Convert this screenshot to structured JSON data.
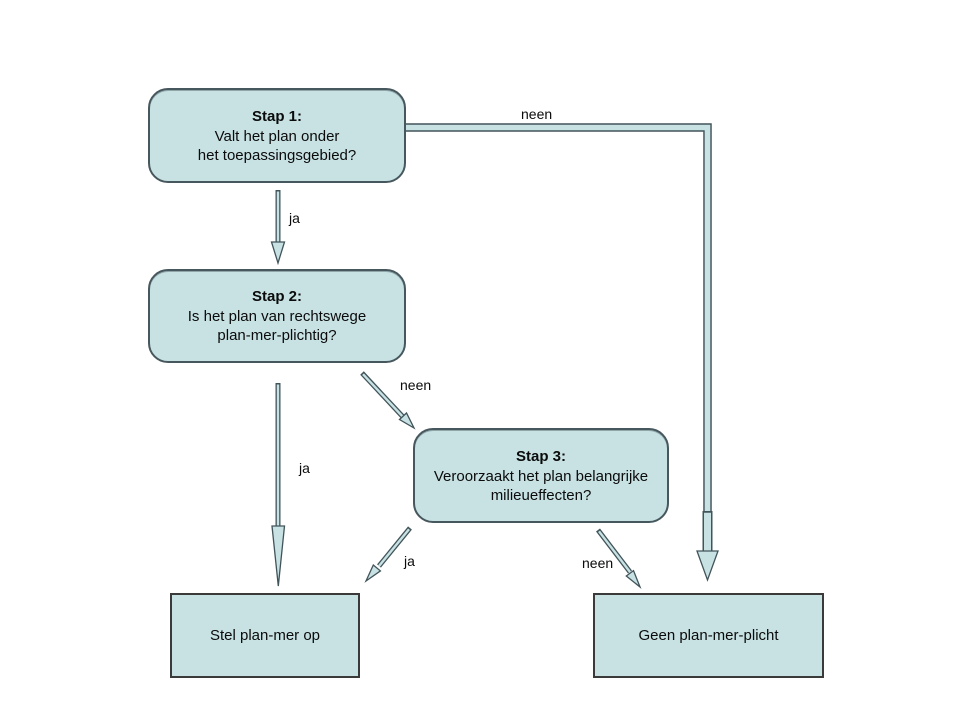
{
  "slide": {
    "background": "#ffffff",
    "description": "Flowchart plan-mer-plicht beslissing"
  },
  "colors": {
    "node_fill": "#c8e2e4",
    "node_border": "#46575d",
    "connector_outline": "#41545a",
    "connector_fill": "#c8e2e4",
    "text": "#0b0b0b"
  },
  "nodes": {
    "stap1": {
      "title": "Stap 1:",
      "line1": "Valt het plan onder",
      "line2": "het toepassingsgebied?"
    },
    "stap2": {
      "title": "Stap 2:",
      "line1": "Is het plan van rechtswege",
      "line2": "plan-mer-plichtig?"
    },
    "stap3": {
      "title": "Stap 3:",
      "line1": "Veroorzaakt het plan belangrijke",
      "line2": "milieueffecten?"
    },
    "stel": {
      "label": "Stel plan-mer op"
    },
    "geen": {
      "label": "Geen plan-mer-plicht"
    }
  },
  "edges": {
    "stap1_to_stap2": {
      "label": "ja"
    },
    "stap1_to_geen": {
      "label": "neen"
    },
    "stap2_to_stel": {
      "label": "ja"
    },
    "stap2_to_stap3": {
      "label": "neen"
    },
    "stap3_to_stel": {
      "label": "ja"
    },
    "stap3_to_geen": {
      "label": "neen"
    }
  }
}
